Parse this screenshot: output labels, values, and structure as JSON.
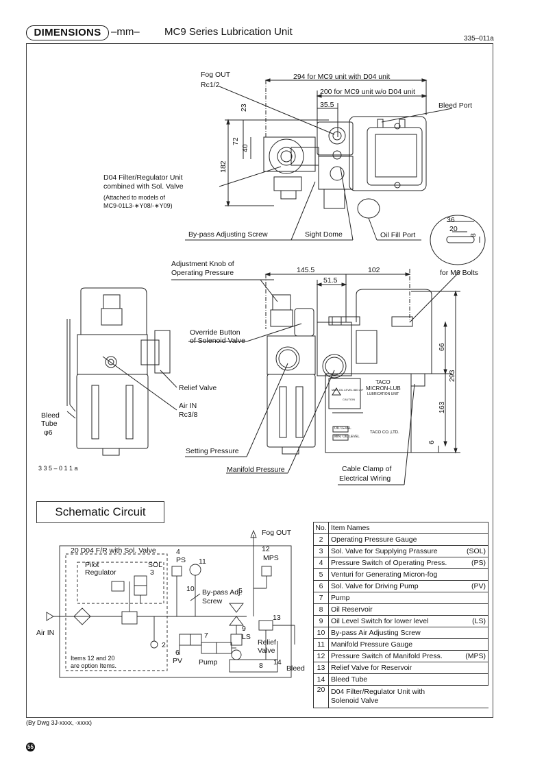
{
  "header": {
    "badge": "DIMENSIONS",
    "unit": "–mm–",
    "title": "MC9 Series Lubrication Unit",
    "drawing_no": "335–011a"
  },
  "top_view": {
    "fog_out": "Fog OUT",
    "rc12": "Rc1/2",
    "dim_294": "294 for MC9 unit with D04 unit",
    "dim_200": "200 for MC9 unit w/o D04 unit",
    "dim_355": "35.5",
    "bleed_port": "Bleed Port",
    "dim_23": "23",
    "dim_72": "72",
    "dim_40": "40",
    "dim_182": "182",
    "d04_line1": "D04 Filter/Regulator Unit",
    "d04_line2": "combined with Sol. Valve",
    "attached_1": "(Attached to models of",
    "attached_2": "MC9-01L3-∗Y08/-∗Y09)",
    "bypass": "By-pass Adjusting Screw",
    "sight_dome": "Sight Dome",
    "oil_fill": "Oil Fill Port",
    "dim_36": "36",
    "dim_20": "20",
    "dim_8": "8",
    "m6": "for M6 Bolts"
  },
  "front_view": {
    "adj_knob_1": "Adjustment Knob of",
    "adj_knob_2": "Operating Pressure",
    "dim_1455": "145.5",
    "dim_102": "102",
    "dim_515": "51.5",
    "override_1": "Override Button",
    "override_2": "of Solenoid Valve",
    "relief": "Relief Valve",
    "air_in": "Air IN",
    "rc38": "Rc3/8",
    "bleed_1": "Bleed",
    "bleed_2": "Tube",
    "bleed_3": "φ6",
    "dim_66": "66",
    "dim_293": "293",
    "dim_163": "163",
    "dim_6": "6",
    "setting": "Setting Pressure",
    "manifold": "Manifold Pressure",
    "cable_1": "Cable Clamp of",
    "cable_2": "Electrical Wiring",
    "side_no": "3 3 5 – 0 1 1 a",
    "plate_taco": "TACO",
    "plate_micron": "MICRON-LUB",
    "plate_unit": "LUBRICATION UNIT",
    "plate_max": "MAX. OIL LEVEL 880 cm³",
    "plate_caution": "CAUTION",
    "plate_oil": "OIL LEVEL",
    "plate_min": "MIN. OIL LEVEL",
    "plate_taco2": "TACO CO.,LTD."
  },
  "schematic": {
    "title": "Schematic Circuit",
    "fog_out": "Fog OUT",
    "d04": "20   D04 F/R with Sol. Valve",
    "pilot": "Pilot",
    "regulator": "Regulator",
    "sol": "SOL",
    "n3": "3",
    "n4": "4",
    "ps": "PS",
    "n11": "11",
    "n12": "12",
    "mps": "MPS",
    "n10": "10",
    "bypass_1": "By-pass Adj.",
    "bypass_2": "Screw",
    "n5": "5",
    "n13": "13",
    "n9": "9",
    "ls": "LS",
    "relief_1": "Relief",
    "relief_2": "Valve",
    "n7": "7",
    "n6": "6",
    "pv": "PV",
    "pump": "Pump",
    "n2": "2",
    "n8": "8",
    "n14": "14",
    "bleed": "Bleed",
    "air_in": "Air IN",
    "note_1": "Items 12 and 20",
    "note_2": "are option Items."
  },
  "items_table": {
    "header_no": "No.",
    "header_name": "Item Names",
    "rows": [
      {
        "no": "2",
        "name": "Operating Pressure Gauge",
        "code": ""
      },
      {
        "no": "3",
        "name": "Sol. Valve for Supplying Prassure",
        "code": "(SOL)"
      },
      {
        "no": "4",
        "name": "Pressure Switch of Operating Press.",
        "code": "(PS)"
      },
      {
        "no": "5",
        "name": "Venturi for Generating Micron-fog",
        "code": ""
      },
      {
        "no": "6",
        "name": "Sol. Valve for Driving Pump",
        "code": "(PV)"
      },
      {
        "no": "7",
        "name": "Pump",
        "code": ""
      },
      {
        "no": "8",
        "name": "Oil Reservoir",
        "code": ""
      },
      {
        "no": "9",
        "name": "Oil Level Switch for lower level",
        "code": "(LS)"
      },
      {
        "no": "10",
        "name": "By-pass Air Adjusting Screw",
        "code": ""
      },
      {
        "no": "11",
        "name": "Manifold Pressure Gauge",
        "code": ""
      },
      {
        "no": "12",
        "name": "Pressure Switch of Manifold Press.",
        "code": "(MPS)"
      },
      {
        "no": "13",
        "name": "Relief Valve for Reservoir",
        "code": ""
      },
      {
        "no": "14",
        "name": "Bleed Tube",
        "code": ""
      },
      {
        "no": "20",
        "name": "D04 Filter/Regulator Unit with",
        "name2": "Solenoid Valve",
        "code": ""
      }
    ]
  },
  "footer": "(By Dwg 3J-xxxx, -xxxx)",
  "page_no": "55"
}
